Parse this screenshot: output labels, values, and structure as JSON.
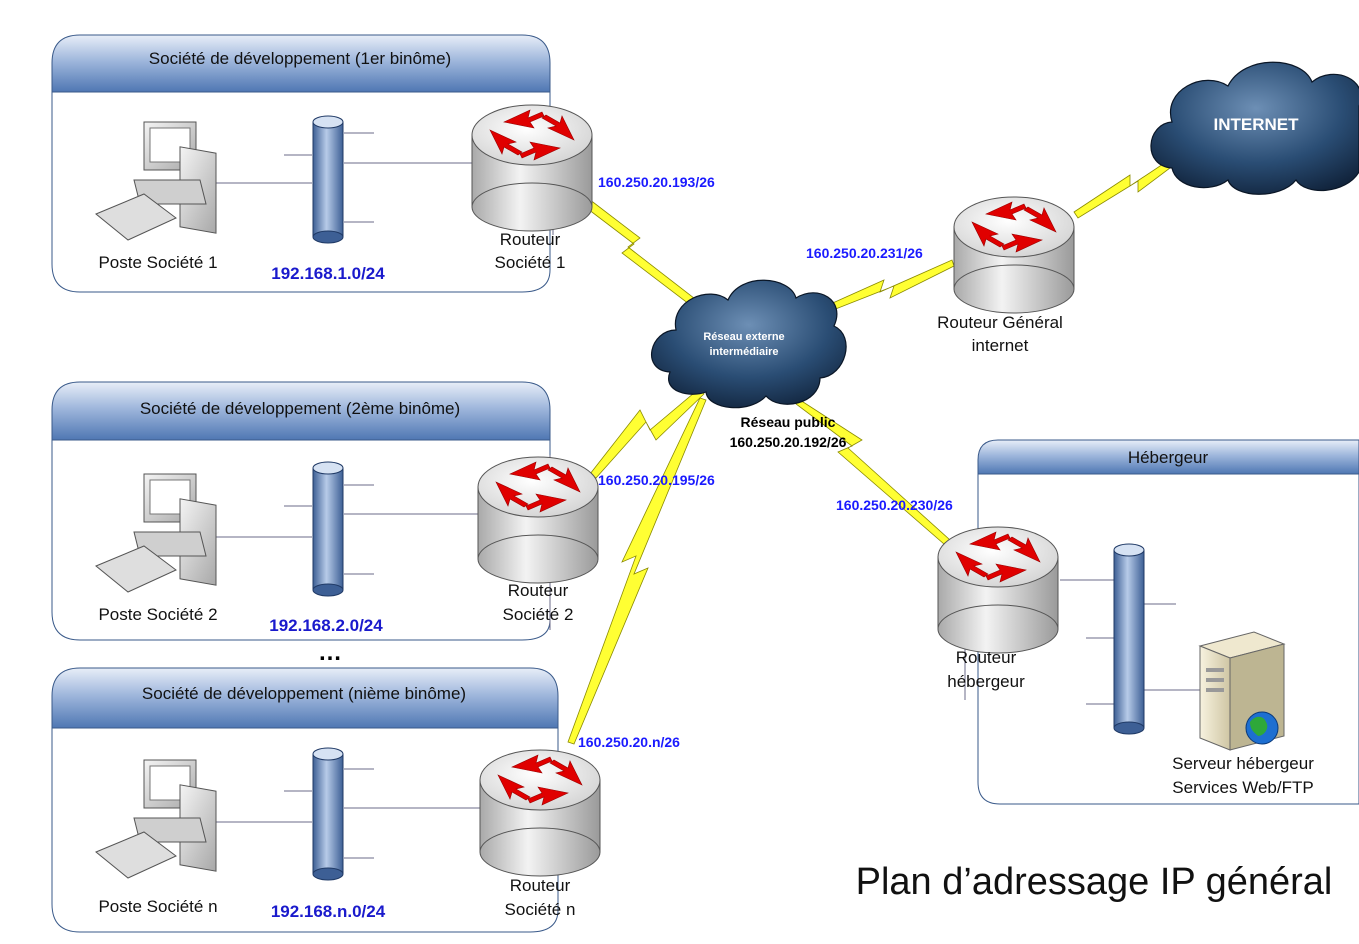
{
  "title": "Plan d’adressage IP général",
  "groups": [
    {
      "title": "Société de développement (1er binôme)",
      "pc_label": "Poste Société 1",
      "network": "192.168.1.0/24",
      "router_label_1": "Routeur",
      "router_label_2": "Société 1",
      "router_ip": "160.250.20.193/26"
    },
    {
      "title": "Société de développement (2ème binôme)",
      "pc_label": "Poste Société 2",
      "network": "192.168.2.0/24",
      "router_label_1": "Routeur",
      "router_label_2": "Société 2",
      "router_ip": "160.250.20.195/26"
    },
    {
      "title": "Société de développement (nième binôme)",
      "pc_label": "Poste Société n",
      "network": "192.168.n.0/24",
      "router_label_1": "Routeur",
      "router_label_2": "Société n",
      "router_ip": "160.250.20.n/26"
    }
  ],
  "ellipsis": "…",
  "central_cloud": {
    "line1": "Réseau externe",
    "line2": "intermédiaire"
  },
  "public_network": {
    "line1": "Réseau public",
    "line2": "160.250.20.192/26"
  },
  "general_router": {
    "ip": "160.250.20.231/26",
    "label1": "Routeur Général",
    "label2": "internet"
  },
  "internet": {
    "label": "INTERNET"
  },
  "host_box": {
    "title": "Hébergeur",
    "router_ip": "160.250.20.230/26",
    "router_label1": "Routeur",
    "router_label2": "hébergeur",
    "server_label1": "Serveur hébergeur",
    "server_label2": "Services Web/FTP"
  },
  "colors": {
    "header_blue": "#4f81bd",
    "bus_blue": "#7f9fcf",
    "arrow_red": "#e00000",
    "bolt_yellow": "#ffff33",
    "cloud_dark": "#1b3a5c"
  }
}
